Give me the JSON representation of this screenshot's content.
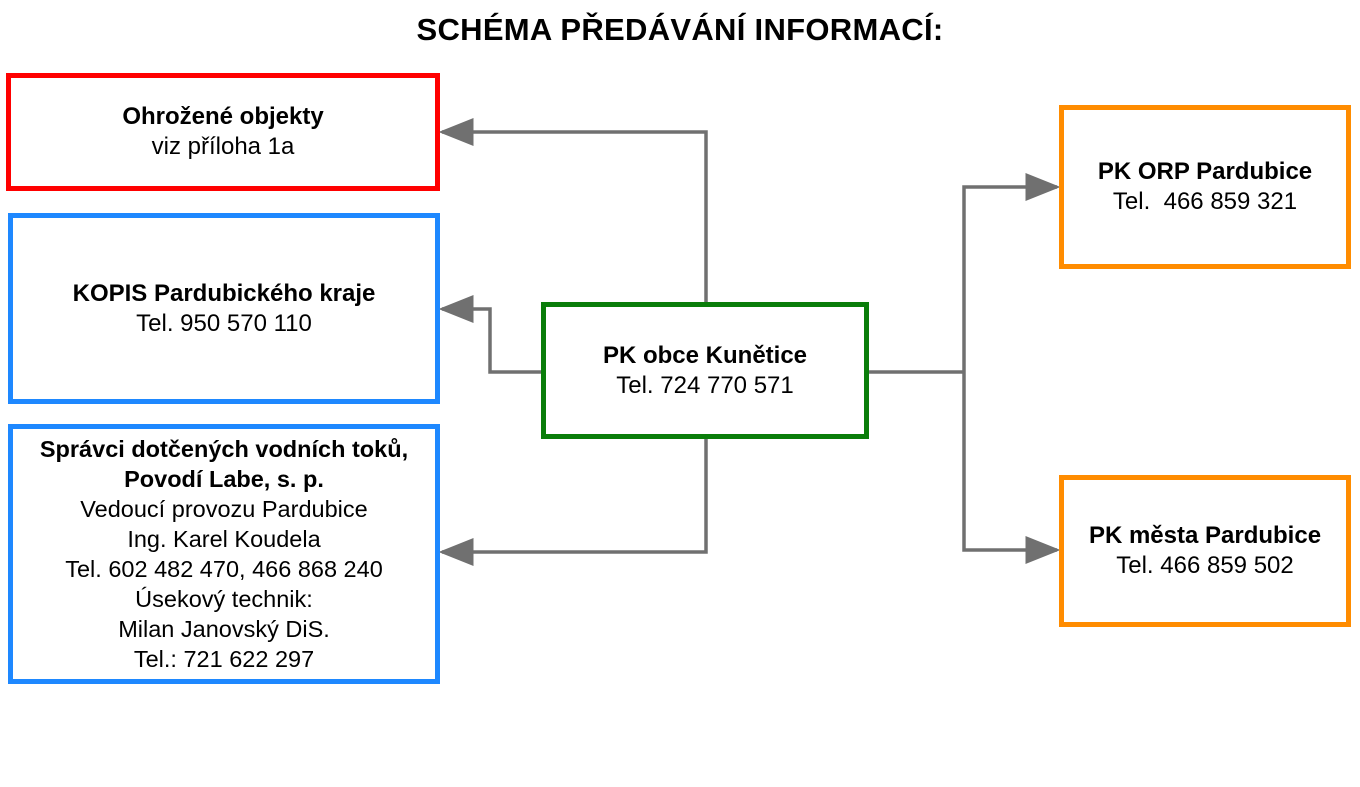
{
  "title": "SCHÉMA PŘEDÁVÁNÍ INFORMACÍ:",
  "colors": {
    "red": "#ff0000",
    "blue": "#1e88ff",
    "green": "#0a7d0a",
    "orange": "#ff8c00",
    "connector": "#707070"
  },
  "boxes": {
    "ohrozene": {
      "line1": "Ohrožené objekty",
      "line2": "viz příloha 1a"
    },
    "kopis": {
      "line1": "KOPIS Pardubického kraje",
      "line2": "Tel. 950 570 110"
    },
    "povodi": {
      "lines": [
        "Správci dotčených vodních toků,",
        "Povodí Labe, s. p.",
        "Vedoucí provozu Pardubice",
        "Ing. Karel Koudela",
        " Tel. 602 482 470, 466 868 240",
        "Úsekový technik:",
        "Milan Janovský DiS.",
        " Tel.: 721 622 297"
      ]
    },
    "center": {
      "line1": "PK obce Kunětice",
      "line2": "Tel. 724 770 571"
    },
    "orp": {
      "line1": "PK ORP Pardubice",
      "line2": "Tel.  466 859 321"
    },
    "mesto": {
      "line1": "PK města Pardubice",
      "line2": "Tel. 466 859 502"
    }
  }
}
